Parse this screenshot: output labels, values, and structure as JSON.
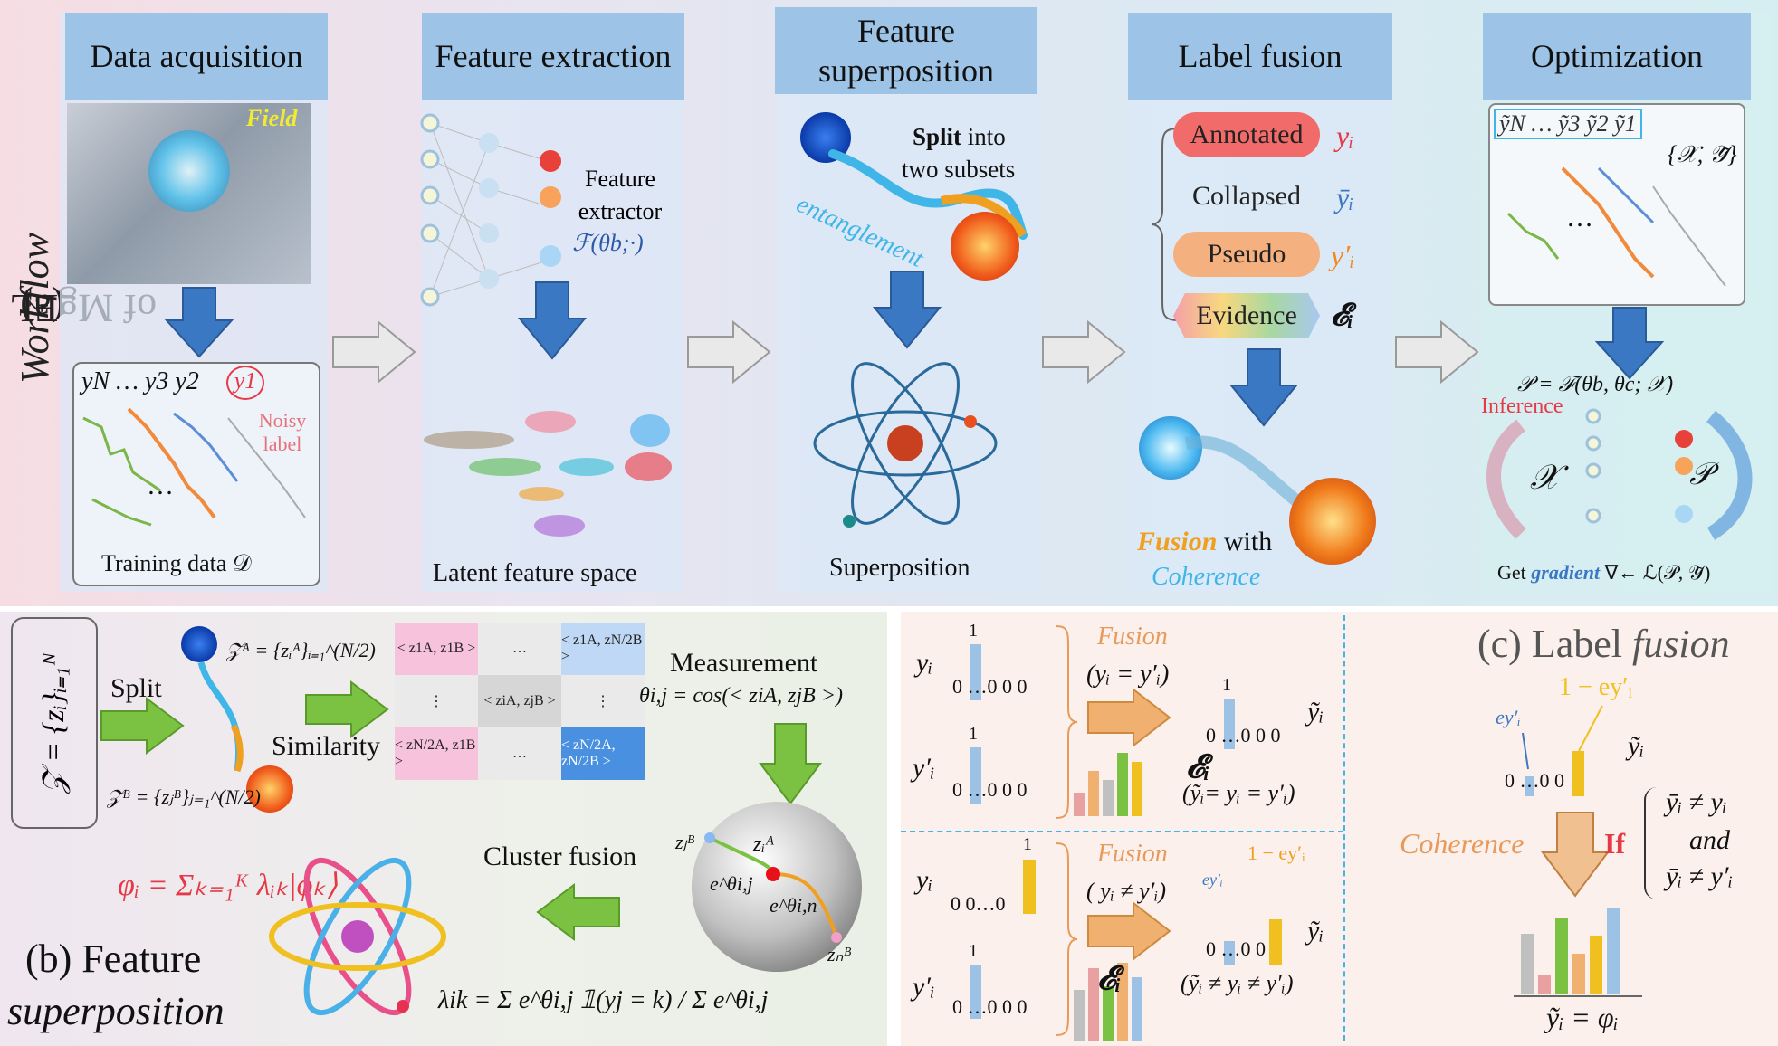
{
  "panel_a": {
    "side_label_prefix": "(a) ",
    "side_label_italic": "Workflow",
    "side_label_suffix": " of MgEL",
    "headers": {
      "data_acq": "Data acquisition",
      "feat_ext": "Feature extraction",
      "feat_sup": "Feature superposition",
      "label_fusion": "Label fusion",
      "optimization": "Optimization"
    },
    "field_tag": "Field",
    "noisy_label": "Noisy label",
    "labels_row": "yN … y3  y2",
    "circled_label": "y1",
    "ellipsis": "…",
    "training_data": "Training  data 𝒟",
    "feature_extractor": "Feature extractor",
    "feature_fn": "ℱ(θb;·)",
    "latent_space": "Latent feature space",
    "split_bold": "Split",
    "split_rest": " into",
    "two_subsets": "two subsets",
    "entanglement": "entanglement",
    "superposition": "Superposition",
    "pills": {
      "annotated": "Annotated",
      "collapsed": "Collapsed",
      "pseudo": "Pseudo",
      "evidence": "Evidence"
    },
    "pill_syms": {
      "annotated": "yᵢ",
      "collapsed": "ȳᵢ",
      "pseudo": "y′ᵢ",
      "evidence": "𝓔ᵢ"
    },
    "fusion_word": "Fusion",
    "with_word": " with",
    "coherence_word": "Coherence",
    "opt_labels": "ỹN … ỹ3 ỹ2 ỹ1",
    "opt_set": "{𝒳, 𝒴̃}",
    "opt_formula": "𝒫 = ℱ(θb, θc; 𝒳)",
    "inference": "Inference",
    "x_sym": "𝒳",
    "p_sym": "𝒫",
    "get_prefix": "Get ",
    "gradient": "gradient",
    "gradient_rest": " ∇← ℒ(𝒫, 𝒴̃)"
  },
  "panel_b": {
    "z_set": "𝒵 = {zᵢ}ᵢ₌₁ᴺ",
    "split": "Split",
    "za": "𝒵ᴬ = {zᵢᴬ}ᵢ₌₁^(N/2)",
    "zb": "𝒵ᴮ = {zⱼᴮ}ⱼ₌₁^(N/2)",
    "similarity": "Similarity",
    "matrix": [
      [
        "< z1A, z1B >",
        "…",
        "< z1A, zN/2B >"
      ],
      [
        "⋮",
        "< ziA, zjB >",
        "⋮"
      ],
      [
        "< zN/2A, z1B >",
        "…",
        "< zN/2A, zN/2B >"
      ]
    ],
    "measurement": "Measurement",
    "theta_eq": "θi,j = cos(< ziA, zjB >)",
    "phi_eq": "φᵢ = Σₖ₌₁ᴷ λᵢₖ|ϕₖ⟩",
    "cluster_fusion": "Cluster fusion",
    "lambda_eq": "λik = Σ e^θi,j 𝟙(yj = k) / Σ e^θi,j",
    "sphere_labels": {
      "zjB": "zⱼᴮ",
      "ziA": "zᵢᴬ",
      "eij": "e^θi,j",
      "ein": "e^θi,n",
      "znB": "zₙᴮ"
    },
    "caption_num": "(b) Feature",
    "caption_word": "superposition"
  },
  "panel_c": {
    "caption_prefix": "(c) Label ",
    "caption_italic": "fusion",
    "top": {
      "yi": "yᵢ",
      "ypi": "y′ᵢ",
      "fusion": "Fusion",
      "cond": "(yᵢ = y′ᵢ)",
      "ytilde": "ỹᵢ",
      "evid": "𝓔ᵢ",
      "result": "(ỹᵢ= yᵢ = y′ᵢ)",
      "one": "1",
      "zero_row": "0 …0 0 0"
    },
    "bottom": {
      "yi": "yᵢ",
      "ypi": "y′ᵢ",
      "fusion": "Fusion",
      "cond": "( yᵢ ≠ y′ᵢ)",
      "e_sym": "ey′ᵢ",
      "one_minus": "1 − ey′ᵢ",
      "ytilde": "ỹᵢ",
      "evid": "𝓔ᵢ",
      "result": "(ỹᵢ ≠ yᵢ ≠ y′ᵢ)",
      "one": "1",
      "zero_row": "0 0…0 "
    },
    "right": {
      "one_minus": "1 − ey′ᵢ",
      "e_sym": "ey′ᵢ",
      "ytilde": "ỹᵢ",
      "zero_row": "0 …0 0",
      "coherence": "Coherence",
      "if": "If",
      "cond1": "ȳᵢ ≠ yᵢ",
      "and": "and",
      "cond2": "ȳᵢ ≠ y′ᵢ",
      "final": "ỹᵢ = φᵢ"
    }
  },
  "colors": {
    "arrow_blue": "#3b78c4",
    "arrow_green": "#7cc242",
    "red": "#e63946",
    "orange": "#f0a020",
    "cyan": "#3fb5e8"
  }
}
